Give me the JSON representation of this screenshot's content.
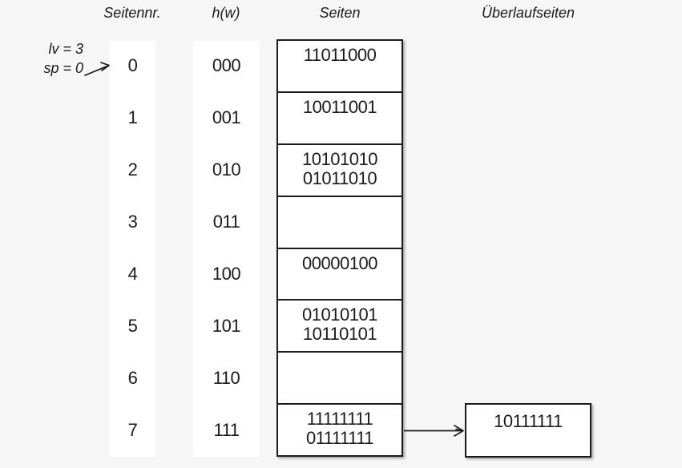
{
  "colors": {
    "background": "#f6f6f6",
    "surface": "#ffffff",
    "line": "#1b1b1b"
  },
  "headers": {
    "seitennr": "Seitennr.",
    "hw": "h(w)",
    "seiten": "Seiten",
    "ueberlaufseiten": "Überlaufseiten"
  },
  "annotation": {
    "lv": "lv = 3",
    "sp": "sp = 0"
  },
  "rows": [
    {
      "nr": "0",
      "h": "000",
      "entries": [
        "11011000"
      ]
    },
    {
      "nr": "1",
      "h": "001",
      "entries": [
        "10011001"
      ]
    },
    {
      "nr": "2",
      "h": "010",
      "entries": [
        "10101010",
        "01011010"
      ]
    },
    {
      "nr": "3",
      "h": "011",
      "entries": []
    },
    {
      "nr": "4",
      "h": "100",
      "entries": [
        "00000100"
      ]
    },
    {
      "nr": "5",
      "h": "101",
      "entries": [
        "01010101",
        "10110101"
      ]
    },
    {
      "nr": "6",
      "h": "110",
      "entries": []
    },
    {
      "nr": "7",
      "h": "111",
      "entries": [
        "11111111",
        "01111111"
      ]
    }
  ],
  "overflow": {
    "value": "10111111"
  }
}
